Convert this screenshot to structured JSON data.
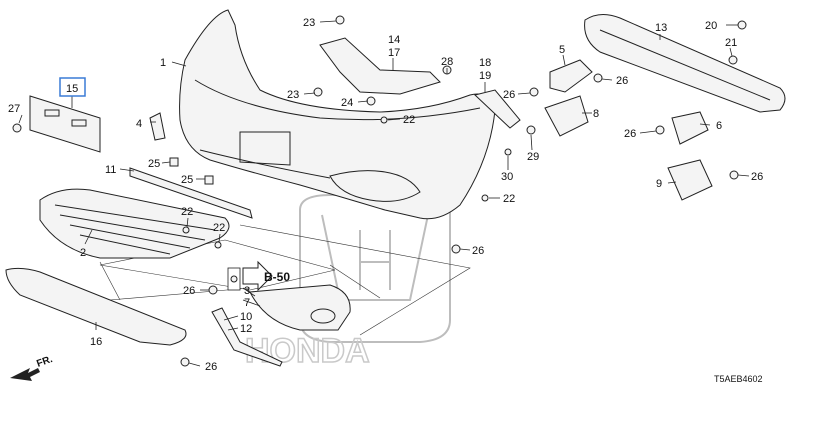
{
  "diagram_code": "T5AEB4602",
  "reference_label": "B-50",
  "front_label": "FR.",
  "watermark": "HONDA",
  "highlight_color": "#3a7bd5",
  "callouts": [
    {
      "id": "c1",
      "text": "1"
    },
    {
      "id": "c2",
      "text": "2"
    },
    {
      "id": "c3",
      "text": "3"
    },
    {
      "id": "c4",
      "text": "4"
    },
    {
      "id": "c5",
      "text": "5"
    },
    {
      "id": "c6",
      "text": "6"
    },
    {
      "id": "c7",
      "text": "7"
    },
    {
      "id": "c8",
      "text": "8"
    },
    {
      "id": "c9",
      "text": "9"
    },
    {
      "id": "c10",
      "text": "10"
    },
    {
      "id": "c11",
      "text": "11"
    },
    {
      "id": "c12",
      "text": "12"
    },
    {
      "id": "c13",
      "text": "13"
    },
    {
      "id": "c14",
      "text": "14"
    },
    {
      "id": "c15",
      "text": "15"
    },
    {
      "id": "c16",
      "text": "16"
    },
    {
      "id": "c17",
      "text": "17"
    },
    {
      "id": "c18",
      "text": "18"
    },
    {
      "id": "c19",
      "text": "19"
    },
    {
      "id": "c20",
      "text": "20"
    },
    {
      "id": "c21",
      "text": "21"
    },
    {
      "id": "c22a",
      "text": "22"
    },
    {
      "id": "c22b",
      "text": "22"
    },
    {
      "id": "c22c",
      "text": "22"
    },
    {
      "id": "c22d",
      "text": "22"
    },
    {
      "id": "c23a",
      "text": "23"
    },
    {
      "id": "c23b",
      "text": "23"
    },
    {
      "id": "c24",
      "text": "24"
    },
    {
      "id": "c25a",
      "text": "25"
    },
    {
      "id": "c25b",
      "text": "25"
    },
    {
      "id": "c26a",
      "text": "26"
    },
    {
      "id": "c26b",
      "text": "26"
    },
    {
      "id": "c26c",
      "text": "26"
    },
    {
      "id": "c26d",
      "text": "26"
    },
    {
      "id": "c26e",
      "text": "26"
    },
    {
      "id": "c26f",
      "text": "26"
    },
    {
      "id": "c26g",
      "text": "26"
    },
    {
      "id": "c27",
      "text": "27"
    },
    {
      "id": "c28",
      "text": "28"
    },
    {
      "id": "c29",
      "text": "29"
    },
    {
      "id": "c30",
      "text": "30"
    }
  ]
}
